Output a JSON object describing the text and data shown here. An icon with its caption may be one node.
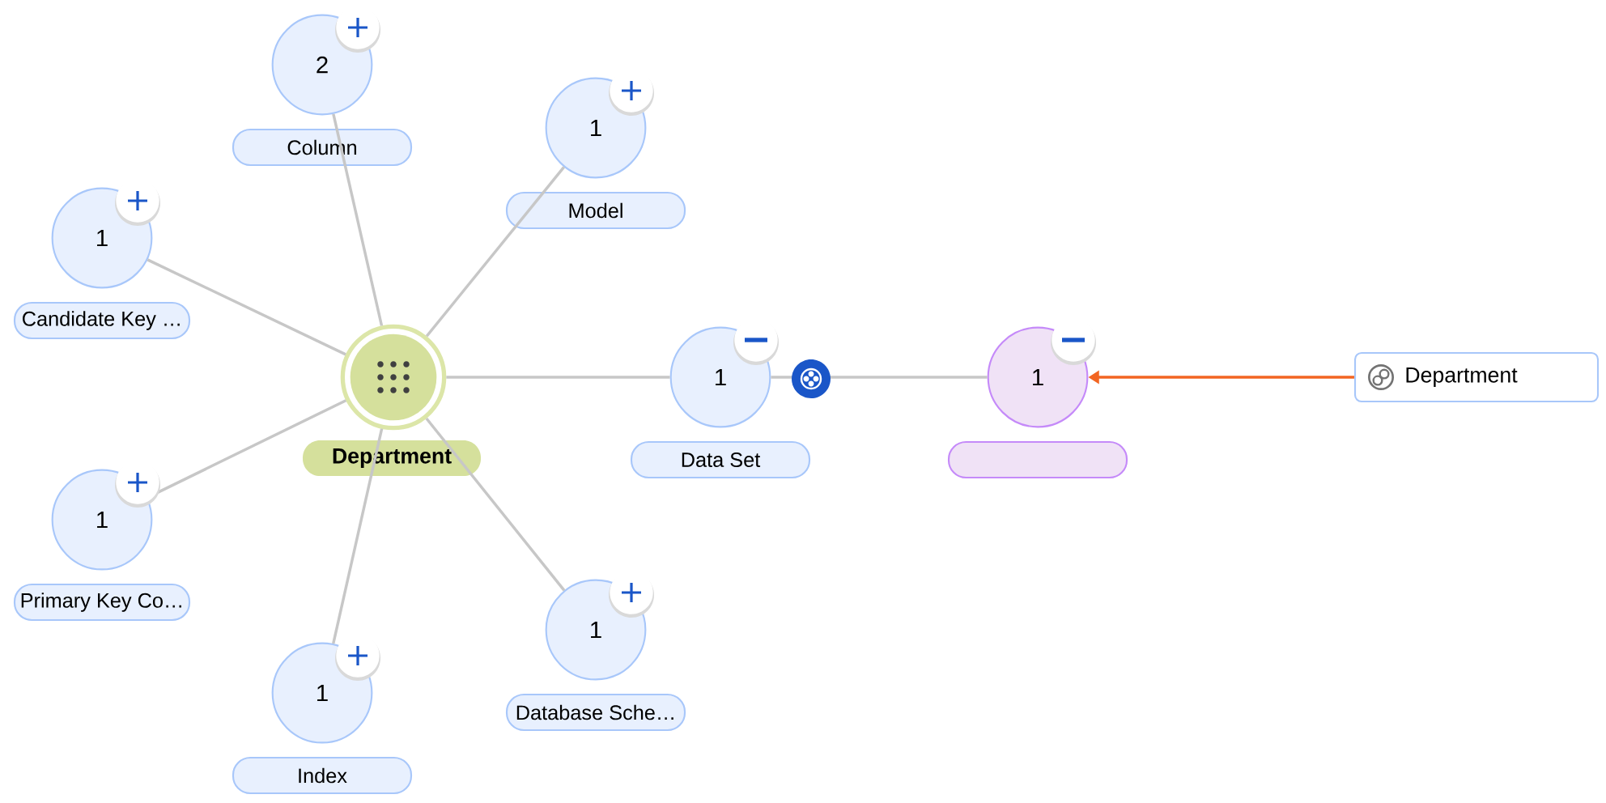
{
  "diagram": {
    "nodes": [
      {
        "text": [
          "2",
          "Column"
        ]
      },
      {
        "text": [
          "1",
          "Model"
        ]
      },
      {
        "text": [
          "1",
          "Candidate Key …"
        ]
      },
      {
        "text": [
          "Department"
        ]
      },
      {
        "text": [
          "1",
          "Data Set"
        ]
      },
      {
        "text": [
          "1"
        ]
      },
      {
        "text": [
          "Department"
        ]
      },
      {
        "text": [
          "1",
          "Primary Key Co…"
        ]
      },
      {
        "text": [
          "1",
          "Database Sche…"
        ]
      },
      {
        "text": [
          "1",
          "Index"
        ]
      }
    ],
    "edges": [
      {
        "from": 3,
        "to": 0,
        "arrow": "none"
      },
      {
        "from": 3,
        "to": 1,
        "arrow": "none"
      },
      {
        "from": 3,
        "to": 2,
        "arrow": "none"
      },
      {
        "from": 3,
        "to": 4,
        "arrow": "none"
      },
      {
        "from": 4,
        "to": 5,
        "arrow": "none"
      },
      {
        "from": 6,
        "to": 5,
        "arrow": "to",
        "color": "#f26522"
      },
      {
        "from": 3,
        "to": 7,
        "arrow": "none"
      },
      {
        "from": 3,
        "to": 8,
        "arrow": "none"
      },
      {
        "from": 3,
        "to": 9,
        "arrow": "none"
      }
    ]
  }
}
